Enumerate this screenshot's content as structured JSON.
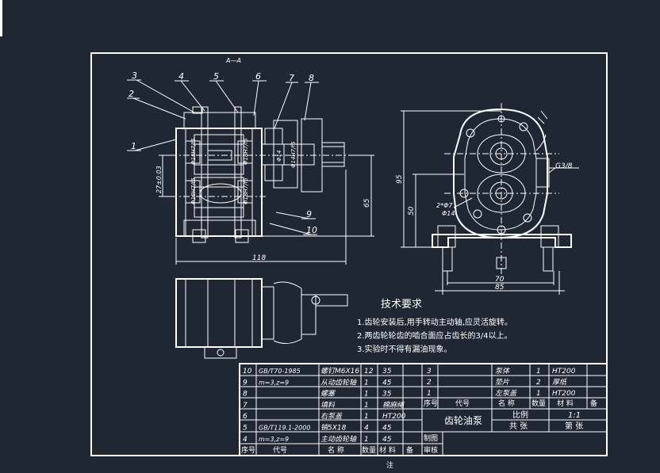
{
  "drawing": {
    "section_label": "A—A",
    "balloons": [
      "1",
      "2",
      "3",
      "4",
      "5",
      "6",
      "7",
      "8",
      "9",
      "10"
    ],
    "dimensions": {
      "width_118": "118",
      "height_65": "65",
      "center_27": "27±0.03",
      "height_95": "95",
      "height_50": "50",
      "width_70": "70",
      "width_85": "85",
      "hole_note": "2*Φ7",
      "hole_note2": "Φ14",
      "thread": "G3/8",
      "d1": "Φ18H7/f6",
      "d2": "Φ18H7/f6",
      "d3": "Φ18H7/f6",
      "d4": "Φ18H7/f6",
      "d5": "Φ14",
      "d6": "Φ14H7/f6"
    }
  },
  "notes": {
    "title": "技术要求",
    "items": [
      "1.齿轮安装后,用手转动主动轴,应灵活旋转。",
      "2.两齿轮轮齿的啮合面应占齿长的3/4以上。",
      "3.实验时不得有漏油现象。"
    ]
  },
  "bom_left": [
    {
      "no": "10",
      "code": "GB/T70-1985",
      "name": "螺钉M6X16",
      "qty": "12",
      "mat": "35"
    },
    {
      "no": "9",
      "code": "m=3,z=9",
      "name": "从动齿轮轴",
      "qty": "1",
      "mat": "45"
    },
    {
      "no": "8",
      "code": "",
      "name": "螺塞",
      "qty": "1",
      "mat": "35"
    },
    {
      "no": "7",
      "code": "",
      "name": "填料",
      "qty": "1",
      "mat": "棉麻绳"
    },
    {
      "no": "6",
      "code": "",
      "name": "右泵盖",
      "qty": "1",
      "mat": "HT200"
    },
    {
      "no": "5",
      "code": "GB/T119.1-2000",
      "name": "销5X18",
      "qty": "4",
      "mat": "45"
    },
    {
      "no": "4",
      "code": "m=3,z=9",
      "name": "主动齿轮轴",
      "qty": "1",
      "mat": "45"
    }
  ],
  "bom_left_header": {
    "no": "序号",
    "code": "代号",
    "name": "名 称",
    "qty": "数量",
    "mat": "材 料",
    "rem": "备"
  },
  "bom_right": [
    {
      "no": "3",
      "name": "泵体",
      "qty": "1",
      "mat": "HT200"
    },
    {
      "no": "2",
      "name": "垫片",
      "qty": "2",
      "mat": "厚纸"
    },
    {
      "no": "1",
      "name": "左泵盖",
      "qty": "1",
      "mat": "HT200"
    }
  ],
  "bom_right_header": {
    "no": "序号",
    "code": "代号",
    "name": "名 称",
    "qty": "数量",
    "mat": "材 料",
    "rem": "备"
  },
  "title_block": {
    "name": "齿轮油泵",
    "scale_label": "比例",
    "scale_value": "1:1",
    "sheets_label": "共  张",
    "sheet_label": "第  张",
    "drawn": "制图",
    "checked": "审核"
  },
  "footer": "注"
}
